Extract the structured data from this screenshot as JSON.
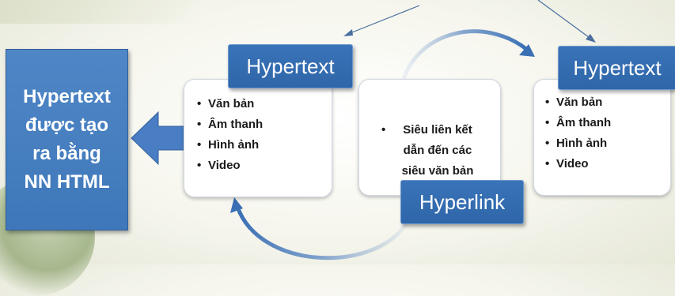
{
  "left_box": {
    "text": "Hypertext\nđược tạo\nra bằng\nNN HTML"
  },
  "left_card": {
    "tag": "Hypertext",
    "items": [
      "Văn bản",
      "Âm thanh",
      "Hình ảnh",
      "Video"
    ]
  },
  "center_card": {
    "text": "Siêu liên kết\ndẫn đến các\nsiêu văn bản",
    "tag": "Hyperlink"
  },
  "right_card": {
    "tag": "Hypertext",
    "items": [
      "Văn bản",
      "Âm thanh",
      "Hình ảnh",
      "Video"
    ]
  },
  "colors": {
    "tag_blue": "#2f66a9",
    "left_box_blue": "#4f86c6",
    "arrow_blue": "#4a7ec4",
    "cycle_arrow_blue": "#3a6fb4"
  }
}
